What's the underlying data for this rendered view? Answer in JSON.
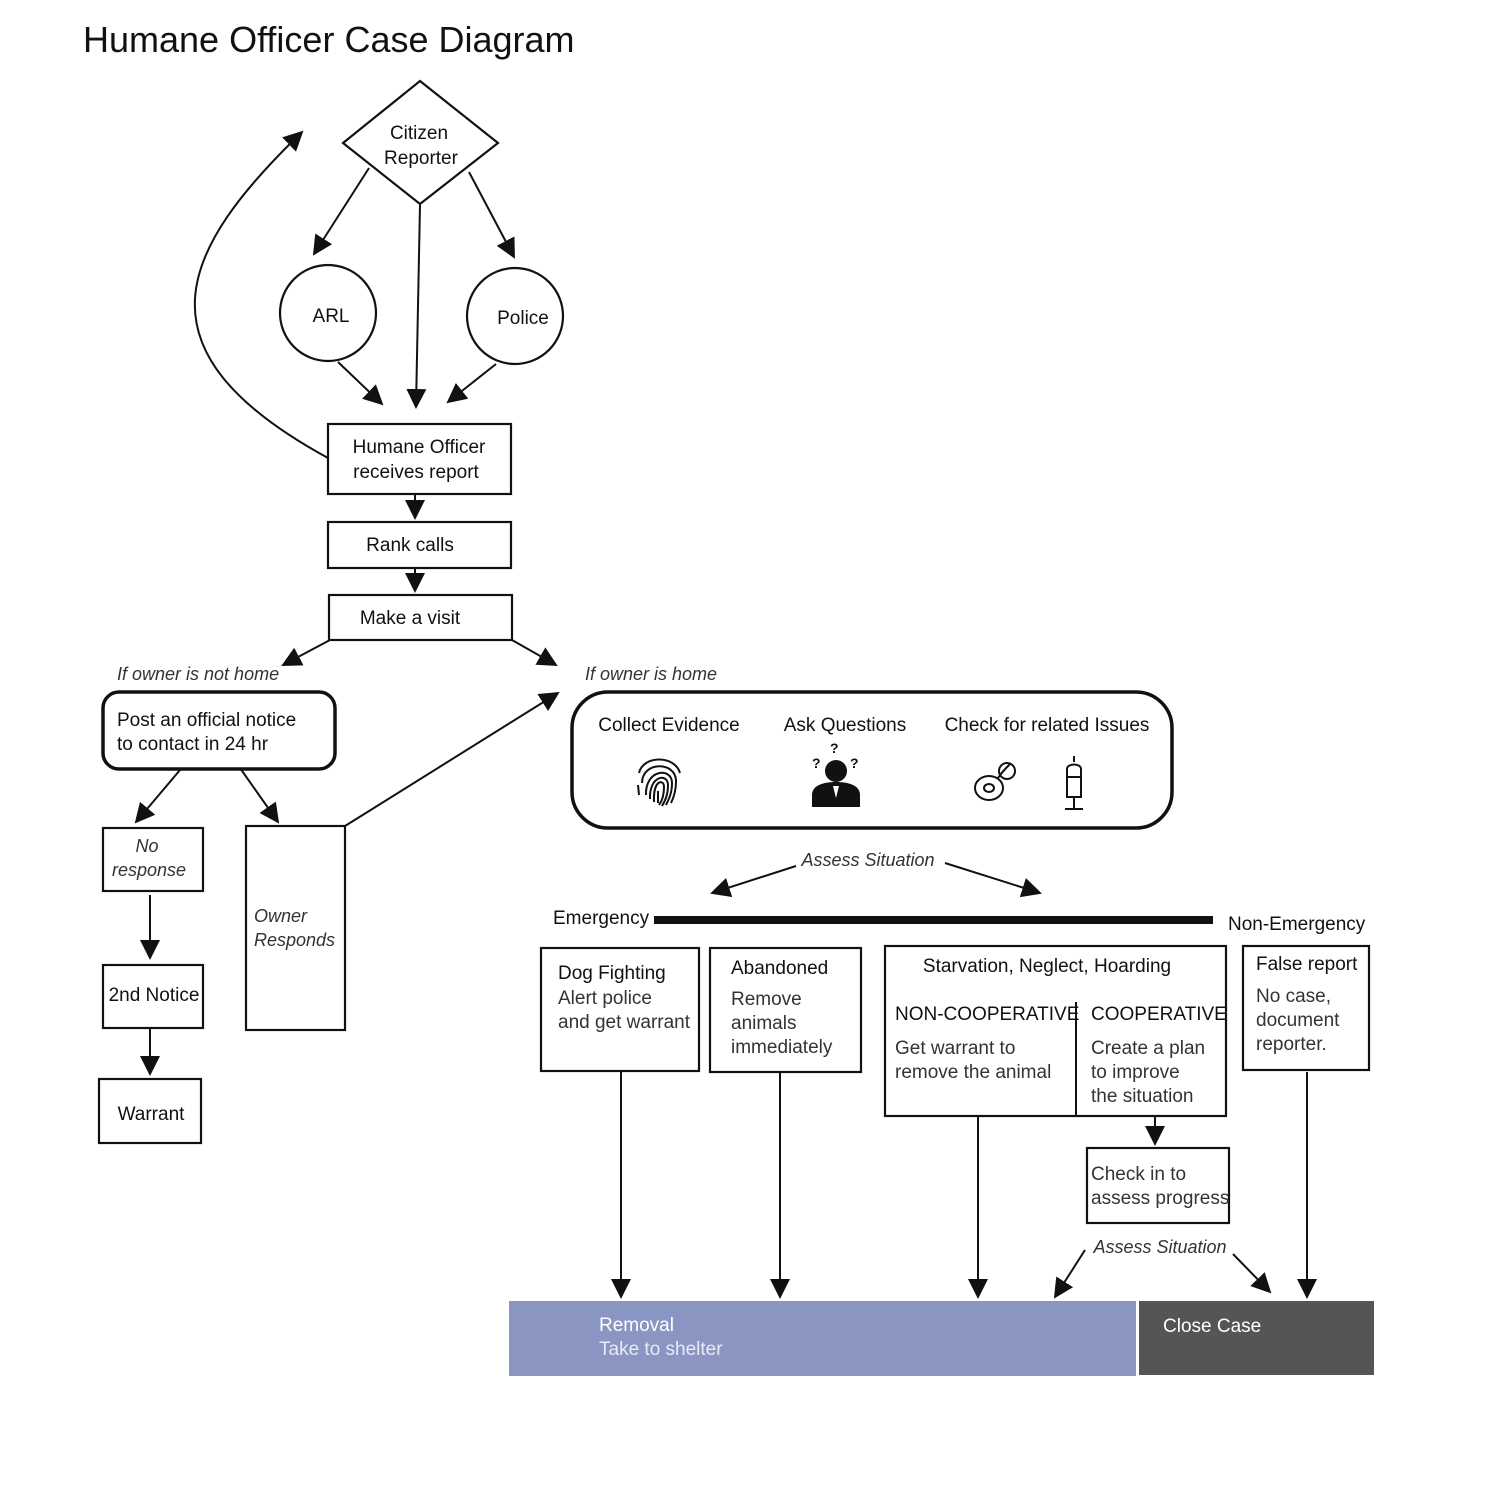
{
  "title": "Humane Officer Case Diagram",
  "nodes": {
    "citizen_reporter": [
      "Citizen",
      "Reporter"
    ],
    "arl": "ARL",
    "police": "Police",
    "humane_officer": [
      "Humane Officer",
      "receives report"
    ],
    "rank_calls": "Rank calls",
    "make_visit": "Make a visit",
    "post_notice": [
      "Post an official notice",
      "to contact in 24 hr"
    ],
    "no_response": [
      "No",
      "response"
    ],
    "owner_responds": [
      "Owner",
      "Responds"
    ],
    "second_notice": "2nd Notice",
    "warrant": "Warrant"
  },
  "branch_labels": {
    "not_home": "If owner is not home",
    "home": "If owner is home",
    "assess_1": "Assess Situation",
    "assess_2": "Assess Situation"
  },
  "home_actions": {
    "collect_evidence": "Collect Evidence",
    "ask_questions": "Ask Questions",
    "check_related": "Check for related Issues"
  },
  "icons": [
    "fingerprint-icon",
    "confused-person-icon",
    "pacifier-icon",
    "syringe-icon"
  ],
  "scale": {
    "emergency": "Emergency",
    "non_emergency": "Non-Emergency"
  },
  "cases": {
    "dog_fighting": {
      "title": "Dog Fighting",
      "body": [
        "Alert police",
        "and get warrant"
      ]
    },
    "abandoned": {
      "title": "Abandoned",
      "body": [
        "Remove",
        "animals",
        "immediately"
      ]
    },
    "starvation": {
      "title": "Starvation, Neglect, Hoarding",
      "noncoop_title": "NON-COOPERATIVE",
      "noncoop_body": [
        "Get warrant to",
        "remove the animal"
      ],
      "coop_title": "COOPERATIVE",
      "coop_body": [
        "Create a plan",
        "to improve",
        "the situation"
      ]
    },
    "false_report": {
      "title": "False report",
      "body": [
        "No case,",
        "document",
        "reporter."
      ]
    },
    "check_in": [
      "Check in to",
      "assess progress"
    ]
  },
  "outcomes": {
    "removal_title": "Removal",
    "removal_sub": "Take to shelter",
    "close_case": "Close Case"
  },
  "colors": {
    "removal_fill": "#8a95c2",
    "close_fill": "#555557",
    "line": "#111111"
  }
}
